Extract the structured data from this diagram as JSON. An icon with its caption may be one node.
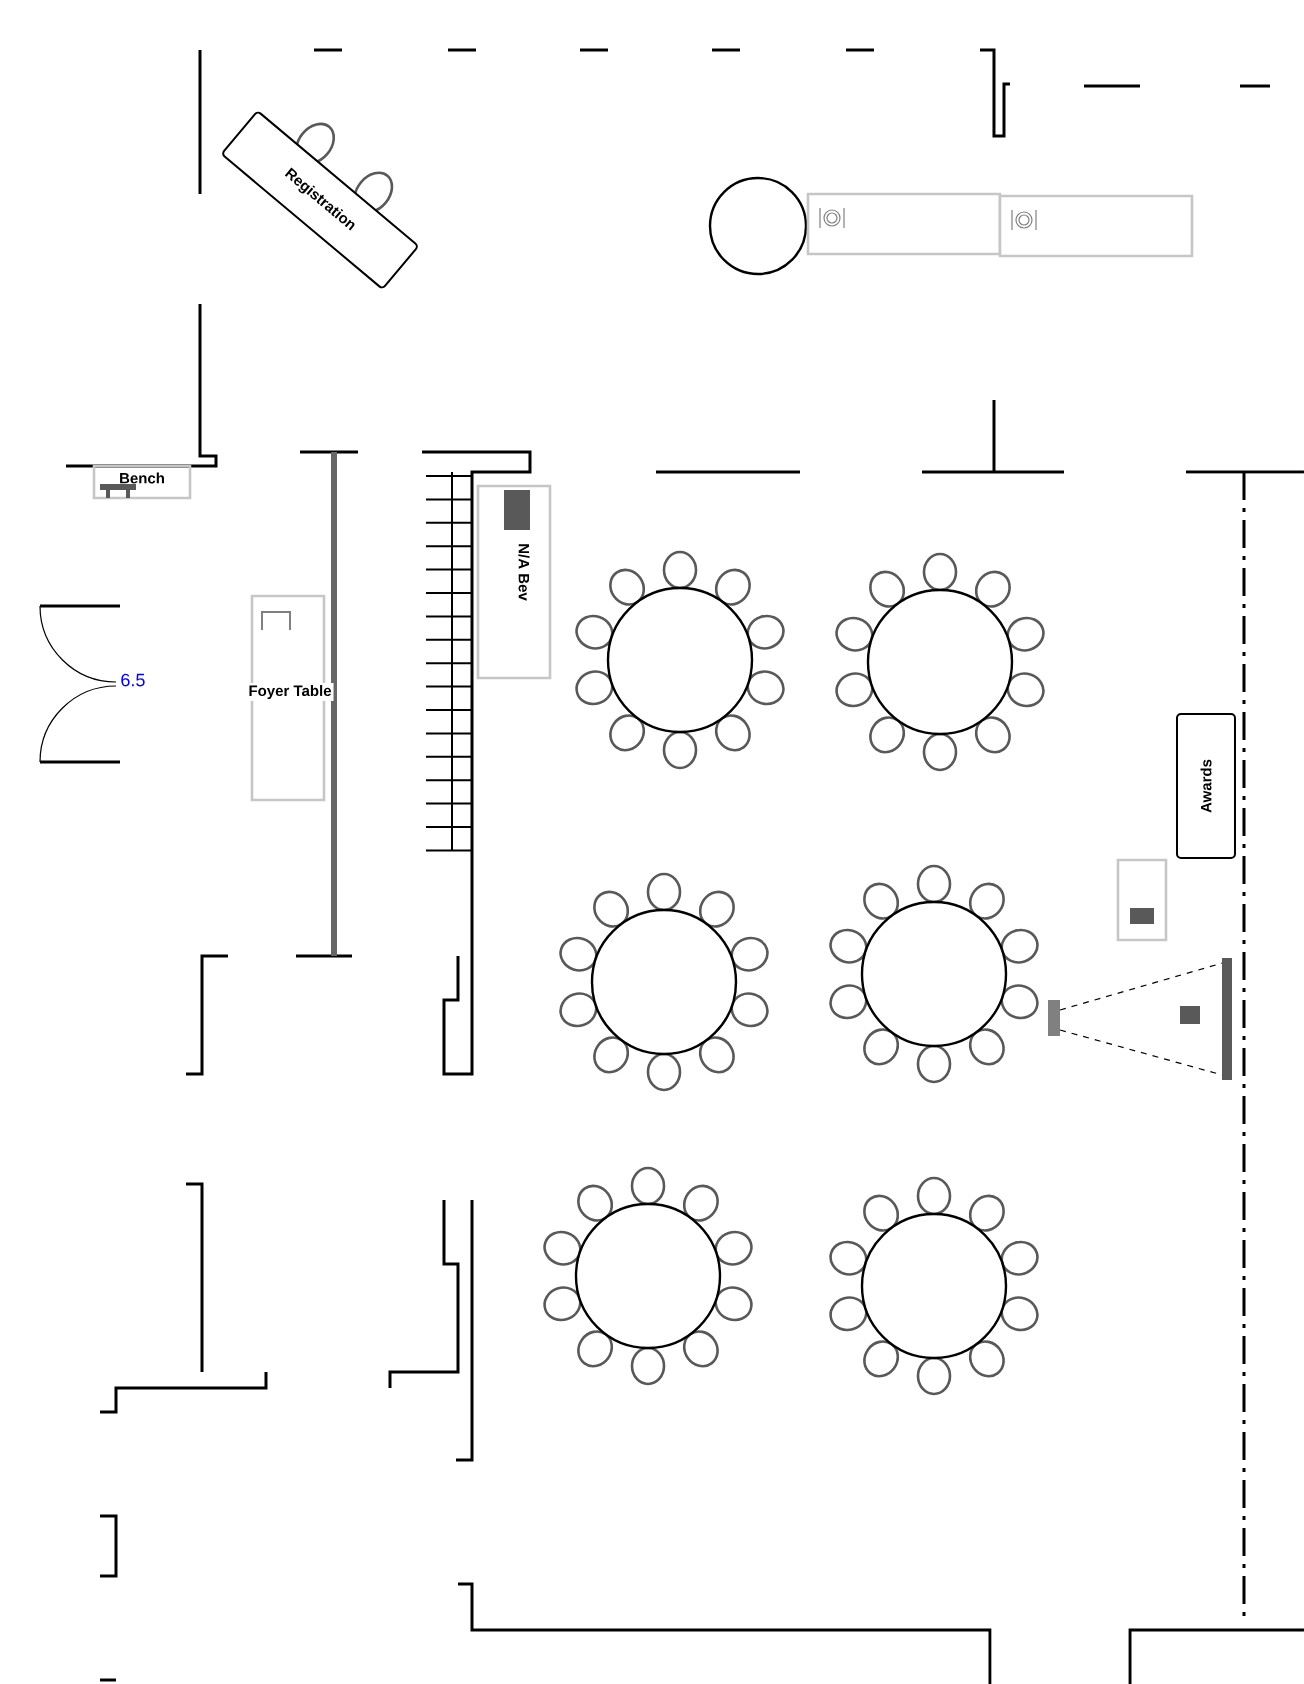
{
  "diagram": {
    "nodes": [
      {
        "text": [
          "Registration"
        ]
      },
      {
        "text": [],
        "shape": "circle"
      },
      {
        "text": [],
        "shape": "box"
      },
      {
        "text": [],
        "shape": "box"
      },
      {
        "text": [
          "Bench"
        ]
      },
      {
        "text": [
          "N/A Bev"
        ]
      },
      {
        "text": [],
        "shape": "circle"
      },
      {
        "text": [],
        "shape": "circle"
      },
      {
        "text": [
          "Foyer Table"
        ]
      },
      {
        "text": [
          "Awards"
        ]
      },
      {
        "text": [],
        "shape": "box"
      },
      {
        "text": [],
        "shape": "circle"
      },
      {
        "text": [],
        "shape": "circle"
      },
      {
        "text": [],
        "shape": "circle"
      },
      {
        "text": [],
        "shape": "circle"
      }
    ],
    "edges": [],
    "labels": [
      "6.5"
    ]
  }
}
